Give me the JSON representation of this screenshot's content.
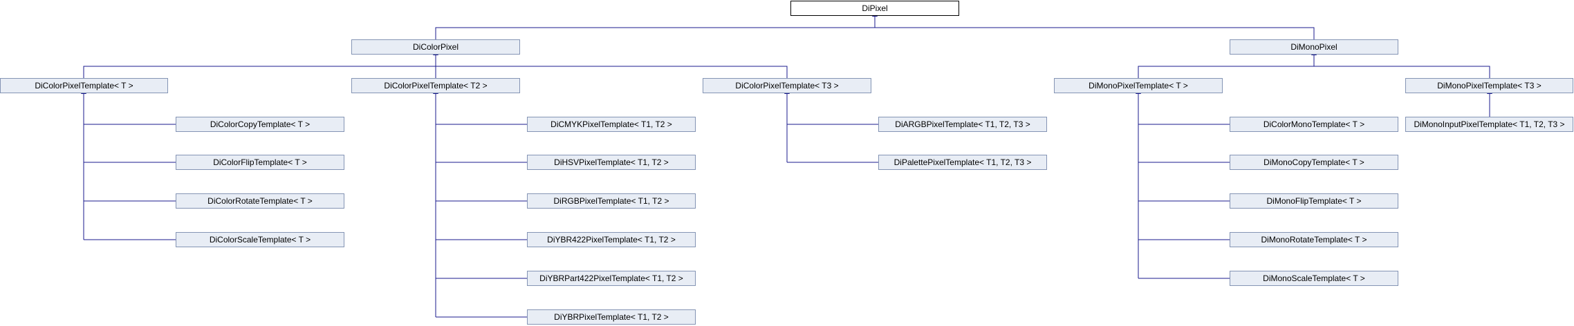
{
  "colors": {
    "edge": "#1a1a8c",
    "node_fill": "#e8edf5",
    "node_border": "#8494b4"
  },
  "nodes": {
    "dipixel": "DiPixel",
    "dicolorpixel": "DiColorPixel",
    "dimonopixel": "DiMonoPixel",
    "dicolorpixeltemplate_t": "DiColorPixelTemplate< T >",
    "dicolorpixeltemplate_t2": "DiColorPixelTemplate< T2 >",
    "dicolorpixeltemplate_t3": "DiColorPixelTemplate< T3 >",
    "dimonopixeltemplate_t": "DiMonoPixelTemplate< T >",
    "dimonopixeltemplate_t3": "DiMonoPixelTemplate< T3 >",
    "dicolorcopytemplate": "DiColorCopyTemplate< T >",
    "dicolorfliptemplate": "DiColorFlipTemplate< T >",
    "dicolorrotatetemplate": "DiColorRotateTemplate< T >",
    "dicolorscaletemplate": "DiColorScaleTemplate< T >",
    "dicmykpixeltemplate": "DiCMYKPixelTemplate< T1, T2 >",
    "dihsvpixeltemplate": "DiHSVPixelTemplate< T1, T2 >",
    "dirgbpixeltemplate": "DiRGBPixelTemplate< T1, T2 >",
    "diybr422pixeltemplate": "DiYBR422PixelTemplate< T1, T2 >",
    "diybrpart422pixeltemplate": "DiYBRPart422PixelTemplate< T1, T2 >",
    "diybrpixeltemplate": "DiYBRPixelTemplate< T1, T2 >",
    "diargbpixeltemplate": "DiARGBPixelTemplate< T1, T2, T3 >",
    "dipalettepixeltemplate": "DiPalettePixelTemplate< T1, T2, T3 >",
    "dicolormonotemplate": "DiColorMonoTemplate< T >",
    "dimonocopytemplate": "DiMonoCopyTemplate< T >",
    "dimonofliptemplate": "DiMonoFlipTemplate< T >",
    "dimonorotatetemplate": "DiMonoRotateTemplate< T >",
    "dimonoscaletemplate": "DiMonoScaleTemplate< T >",
    "dimonoinputpixeltemplate": "DiMonoInputPixelTemplate< T1, T2, T3 >"
  }
}
